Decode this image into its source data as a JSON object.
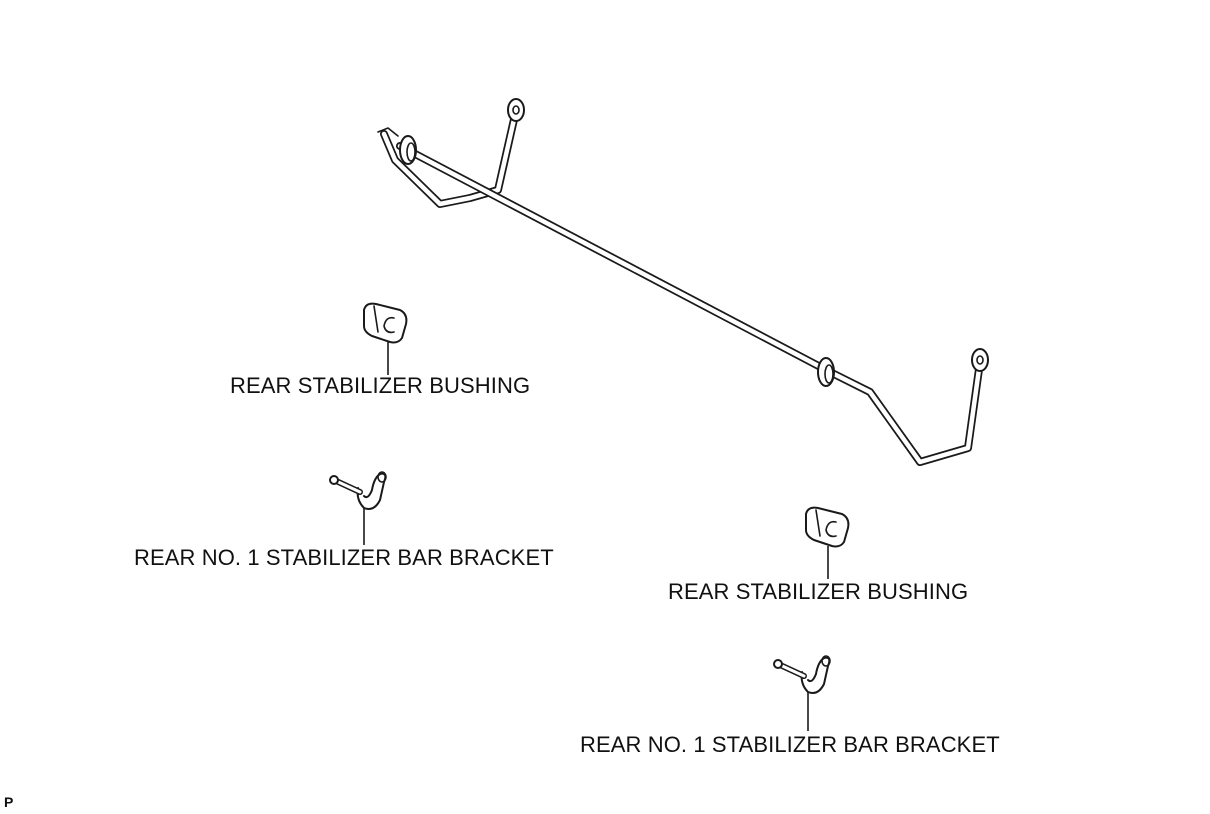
{
  "labels": {
    "bushing_left": "REAR STABILIZER BUSHING",
    "bracket_left": "REAR NO. 1 STABILIZER BAR BRACKET",
    "bushing_right": "REAR STABILIZER BUSHING",
    "bracket_right": "REAR NO. 1 STABILIZER BAR BRACKET",
    "corner_code": "P"
  },
  "colors": {
    "line": "#1a1a1a",
    "background": "#ffffff"
  }
}
